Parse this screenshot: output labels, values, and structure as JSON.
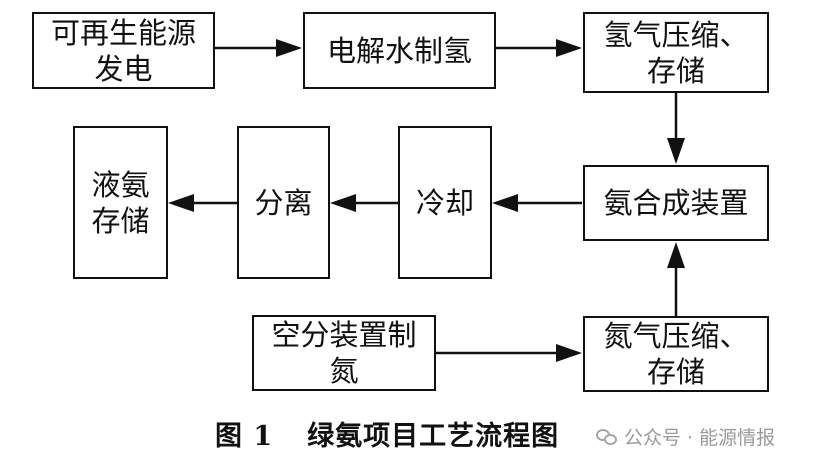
{
  "nodes": {
    "renewable_power": "可再生能源\n发电",
    "electrolysis": "电解水制氢",
    "hydrogen_storage": "氢气压缩、\n存储",
    "ammonia_synthesis": "氨合成装置",
    "cooling": "冷却",
    "separation": "分离",
    "liquid_ammonia_storage": "液氨\n存储",
    "air_separation": "空分装置制\n氮",
    "nitrogen_storage": "氮气压缩、\n存储"
  },
  "caption": {
    "figure_number": "图 1",
    "title": "绿氨项目工艺流程图"
  },
  "watermark": {
    "text": "公众号 · 能源情报"
  }
}
